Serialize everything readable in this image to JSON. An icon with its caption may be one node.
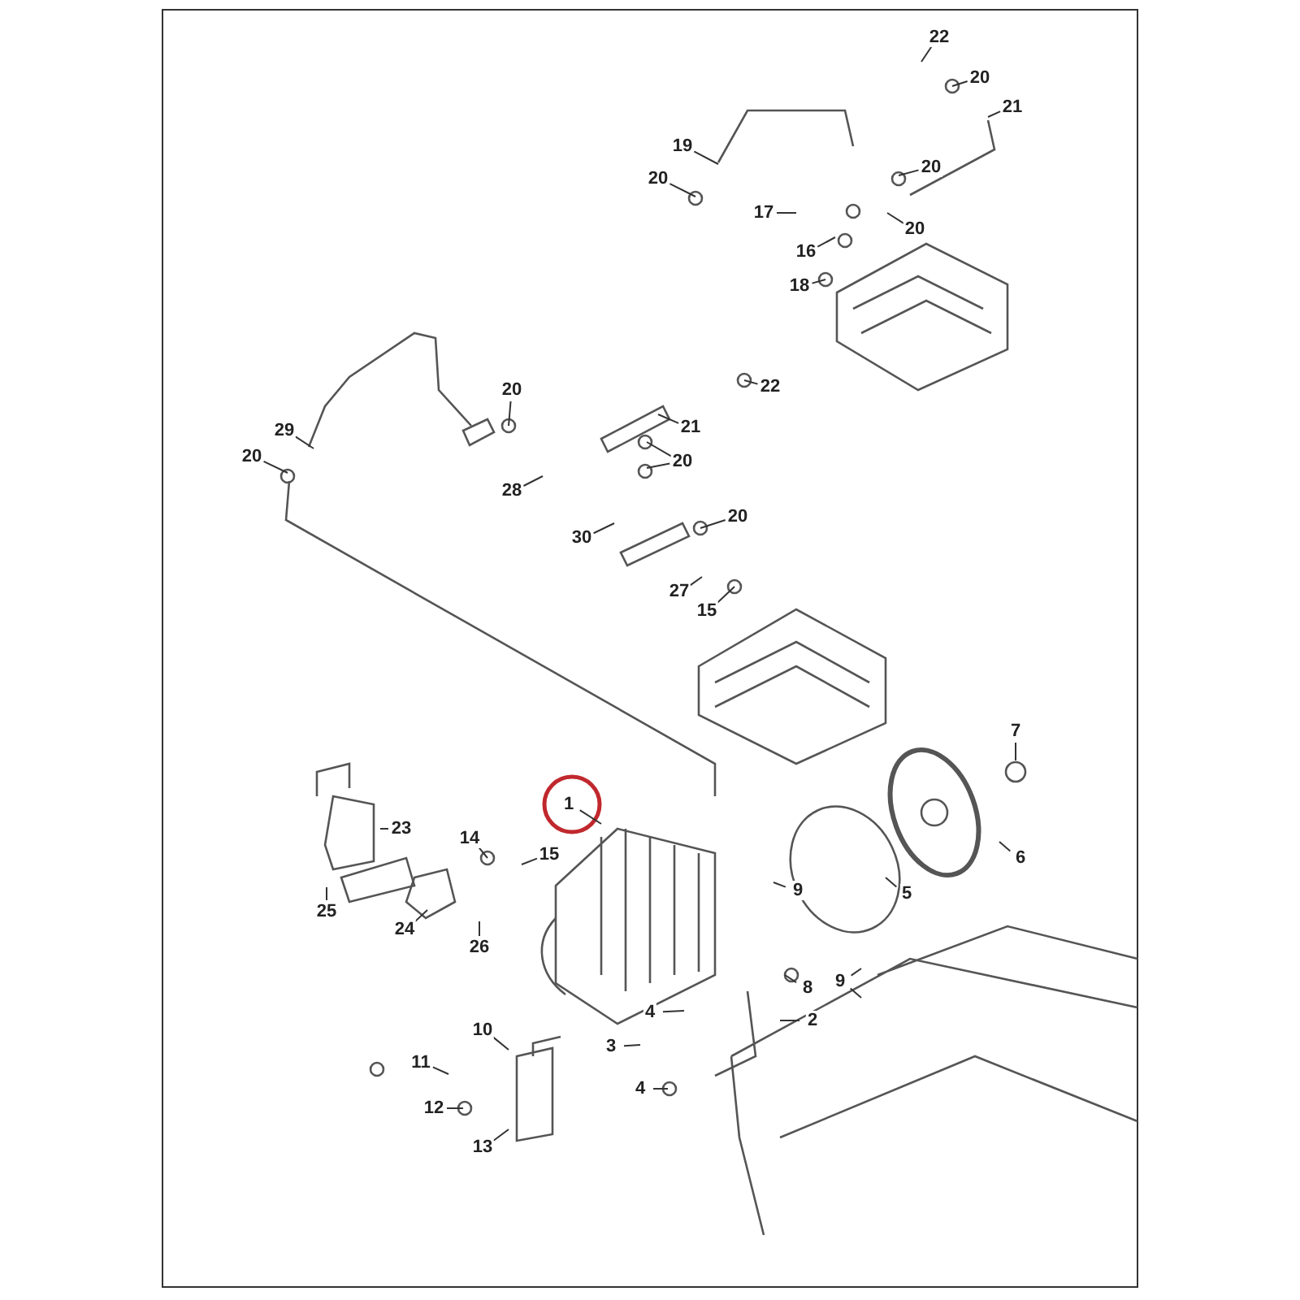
{
  "diagram": {
    "nodes": [
      {
        "text": [
          "22"
        ]
      },
      {
        "text": [
          "20"
        ]
      },
      {
        "text": [
          "21"
        ]
      },
      {
        "text": [
          "19"
        ]
      },
      {
        "text": [
          "20"
        ]
      },
      {
        "text": [
          "20"
        ]
      },
      {
        "text": [
          "17"
        ]
      },
      {
        "text": [
          "20"
        ]
      },
      {
        "text": [
          "16"
        ]
      },
      {
        "text": [
          "18"
        ]
      },
      {
        "text": [
          "20"
        ]
      },
      {
        "text": [
          "22"
        ]
      },
      {
        "text": [
          "29"
        ]
      },
      {
        "text": [
          "20"
        ]
      },
      {
        "text": [
          "21"
        ]
      },
      {
        "text": [
          "20"
        ]
      },
      {
        "text": [
          "28"
        ]
      },
      {
        "text": [
          "20"
        ]
      },
      {
        "text": [
          "30"
        ]
      },
      {
        "text": [
          "27"
        ]
      },
      {
        "text": [
          "15"
        ]
      },
      {
        "text": [
          "7"
        ]
      },
      {
        "text": [
          "1"
        ]
      },
      {
        "text": [
          "23"
        ]
      },
      {
        "text": [
          "14"
        ]
      },
      {
        "text": [
          "15"
        ]
      },
      {
        "text": [
          "6"
        ]
      },
      {
        "text": [
          "9"
        ]
      },
      {
        "text": [
          "5"
        ]
      },
      {
        "text": [
          "25"
        ]
      },
      {
        "text": [
          "24"
        ]
      },
      {
        "text": [
          "26"
        ]
      },
      {
        "text": [
          "8"
        ]
      },
      {
        "text": [
          "9"
        ]
      },
      {
        "text": [
          "4"
        ]
      },
      {
        "text": [
          "2"
        ]
      },
      {
        "text": [
          "10"
        ]
      },
      {
        "text": [
          "3"
        ]
      },
      {
        "text": [
          "11"
        ]
      },
      {
        "text": [
          "4"
        ]
      },
      {
        "text": [
          "12"
        ]
      },
      {
        "text": [
          "13"
        ]
      }
    ],
    "edges": [
      {
        "from": 0,
        "to": null,
        "arrow": "none"
      },
      {
        "from": 1,
        "to": null,
        "arrow": "none"
      },
      {
        "from": 2,
        "to": null,
        "arrow": "none"
      },
      {
        "from": 3,
        "to": null,
        "arrow": "none"
      },
      {
        "from": 4,
        "to": null,
        "arrow": "none"
      },
      {
        "from": 5,
        "to": null,
        "arrow": "none"
      },
      {
        "from": 6,
        "to": null,
        "arrow": "none"
      },
      {
        "from": 7,
        "to": null,
        "arrow": "none"
      },
      {
        "from": 8,
        "to": null,
        "arrow": "none"
      },
      {
        "from": 9,
        "to": null,
        "arrow": "none"
      },
      {
        "from": 10,
        "to": null,
        "arrow": "none"
      },
      {
        "from": 11,
        "to": null,
        "arrow": "none"
      },
      {
        "from": 12,
        "to": null,
        "arrow": "none"
      },
      {
        "from": 13,
        "to": null,
        "arrow": "none"
      },
      {
        "from": 14,
        "to": null,
        "arrow": "none"
      },
      {
        "from": 15,
        "to": null,
        "arrow": "none"
      },
      {
        "from": 15,
        "to": null,
        "arrow": "none"
      },
      {
        "from": 16,
        "to": null,
        "arrow": "none"
      },
      {
        "from": 17,
        "to": null,
        "arrow": "none"
      },
      {
        "from": 18,
        "to": null,
        "arrow": "none"
      },
      {
        "from": 19,
        "to": null,
        "arrow": "none"
      },
      {
        "from": 20,
        "to": null,
        "arrow": "none"
      },
      {
        "from": 21,
        "to": null,
        "arrow": "none"
      },
      {
        "from": 22,
        "to": null,
        "arrow": "none"
      },
      {
        "from": 23,
        "to": null,
        "arrow": "none"
      },
      {
        "from": 24,
        "to": null,
        "arrow": "none"
      },
      {
        "from": 25,
        "to": null,
        "arrow": "none"
      },
      {
        "from": 26,
        "to": null,
        "arrow": "none"
      },
      {
        "from": 27,
        "to": null,
        "arrow": "none"
      },
      {
        "from": 28,
        "to": null,
        "arrow": "none"
      },
      {
        "from": 29,
        "to": null,
        "arrow": "none"
      },
      {
        "from": 30,
        "to": null,
        "arrow": "none"
      },
      {
        "from": 31,
        "to": null,
        "arrow": "none"
      },
      {
        "from": 32,
        "to": null,
        "arrow": "none"
      },
      {
        "from": 33,
        "to": null,
        "arrow": "none"
      },
      {
        "from": 33,
        "to": null,
        "arrow": "none"
      },
      {
        "from": 34,
        "to": null,
        "arrow": "none"
      },
      {
        "from": 35,
        "to": null,
        "arrow": "none"
      },
      {
        "from": 36,
        "to": null,
        "arrow": "none"
      },
      {
        "from": 37,
        "to": null,
        "arrow": "none"
      },
      {
        "from": 38,
        "to": null,
        "arrow": "none"
      },
      {
        "from": 39,
        "to": null,
        "arrow": "none"
      },
      {
        "from": 40,
        "to": null,
        "arrow": "none"
      },
      {
        "from": 41,
        "to": null,
        "arrow": "none"
      }
    ]
  }
}
